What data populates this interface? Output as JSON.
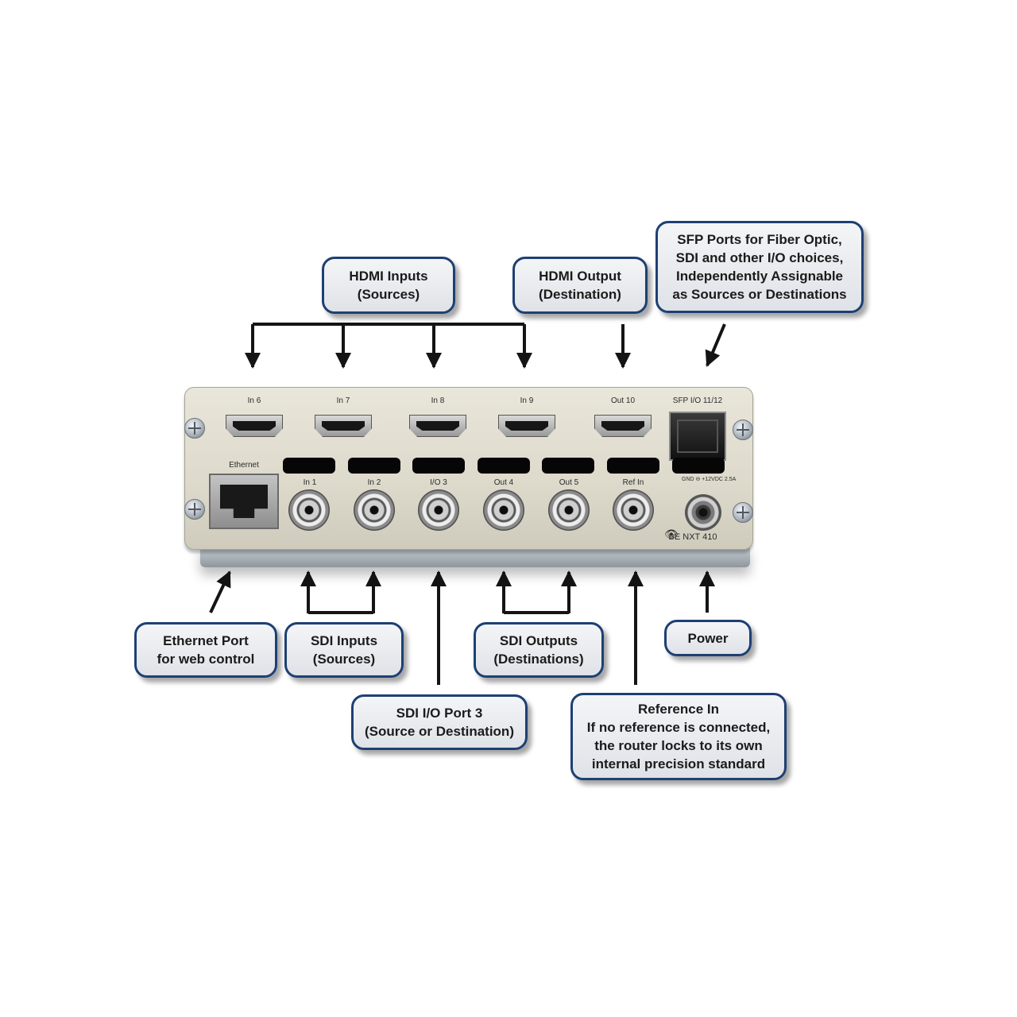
{
  "callouts": {
    "hdmi_inputs": [
      "HDMI Inputs",
      "(Sources)"
    ],
    "hdmi_output": [
      "HDMI Output",
      "(Destination)"
    ],
    "sfp": [
      "SFP Ports for Fiber Optic,",
      "SDI and other I/O choices,",
      "Independently Assignable",
      "as Sources or Destinations"
    ],
    "ethernet": [
      "Ethernet Port",
      "for web control"
    ],
    "sdi_inputs": [
      "SDI Inputs",
      "(Sources)"
    ],
    "sdi_outputs": [
      "SDI Outputs",
      "(Destinations)"
    ],
    "power": [
      "Power"
    ],
    "sdi_io3": [
      "SDI I/O Port 3",
      "(Source or Destination)"
    ],
    "reference": [
      "Reference In",
      "If no reference is connected,",
      "the router locks to its own",
      "internal precision standard"
    ]
  },
  "panel": {
    "hdmi_labels": [
      "In 6",
      "In 7",
      "In 8",
      "In 9",
      "Out 10"
    ],
    "sfp_label": "SFP I/O 11/12",
    "ethernet_label": "Ethernet",
    "bnc_labels": [
      "In 1",
      "In 2",
      "I/O 3",
      "Out 4",
      "Out 5",
      "Ref In"
    ],
    "power_spec": "GND ⊖ +12VDC 2.5A",
    "model": "BE NXT 410",
    "logo_icon": "eye-logo-icon"
  },
  "colors": {
    "callout_border": "#1d4073",
    "callout_fill": "#e6e8ec",
    "arrow": "#141414",
    "panel_face": "#e2dfd2"
  }
}
